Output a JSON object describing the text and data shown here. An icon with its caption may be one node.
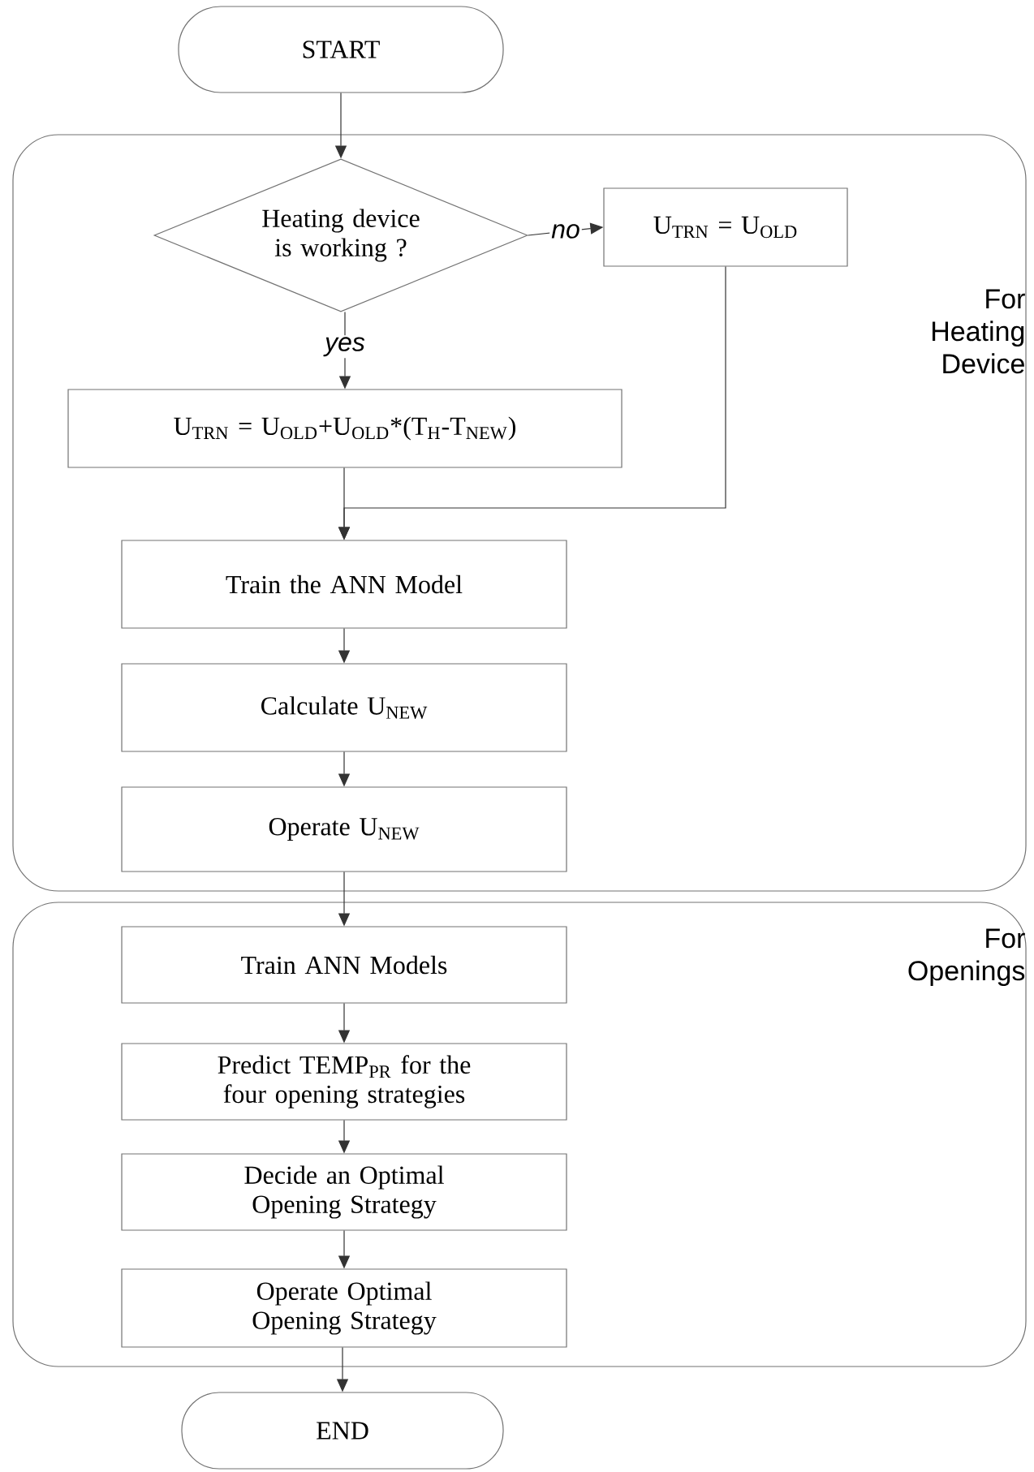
{
  "diagram": {
    "nodes": [
      {
        "text": [
          "START"
        ]
      },
      {
        "text": [
          "For Heating Device"
        ]
      },
      {
        "text": [
          "Heating device is working ?"
        ],
        "in": 1
      },
      {
        "text": [
          "U$_{TRN}$ = U$_{OLD}$"
        ],
        "in": 1
      },
      {
        "text": [
          "U$_{TRN}$ = U$_{OLD}$+U$_{OLD}$*(T$_{H}$-T$_{NEW}$)"
        ],
        "in": 1
      },
      {
        "text": [
          "Train the ANN Model"
        ],
        "in": 1
      },
      {
        "text": [
          "Calculate U$_{NEW}$"
        ],
        "in": 1
      },
      {
        "text": [
          "Operate U$_{NEW}$"
        ],
        "in": 1
      },
      {
        "text": [
          "For Openings"
        ]
      },
      {
        "text": [
          "Train ANN Models"
        ],
        "in": 8
      },
      {
        "text": [
          "Predict TEMP$_{PR}$ for the four opening strategies"
        ],
        "in": 8
      },
      {
        "text": [
          "Decide an Optimal Opening Strategy"
        ],
        "in": 8
      },
      {
        "text": [
          "Operate Optimal Opening Strategy"
        ],
        "in": 8
      },
      {
        "text": [
          "END"
        ]
      }
    ],
    "edges": [
      {
        "from": 0,
        "to": 2,
        "arrow": "to"
      },
      {
        "from": 2,
        "to": 3,
        "arrow": "to",
        "label": "no"
      },
      {
        "from": 2,
        "to": 4,
        "arrow": "to",
        "label": "yes"
      },
      {
        "from": 4,
        "to": 5,
        "arrow": "to"
      },
      {
        "from": 3,
        "to": 5,
        "arrow": "to"
      },
      {
        "from": 5,
        "to": 6,
        "arrow": "to"
      },
      {
        "from": 6,
        "to": 7,
        "arrow": "to"
      },
      {
        "from": 7,
        "to": 9,
        "arrow": "to"
      },
      {
        "from": 9,
        "to": 10,
        "arrow": "to"
      },
      {
        "from": 10,
        "to": 11,
        "arrow": "to"
      },
      {
        "from": 11,
        "to": 12,
        "arrow": "to"
      },
      {
        "from": 12,
        "to": 13,
        "arrow": "to"
      }
    ]
  }
}
